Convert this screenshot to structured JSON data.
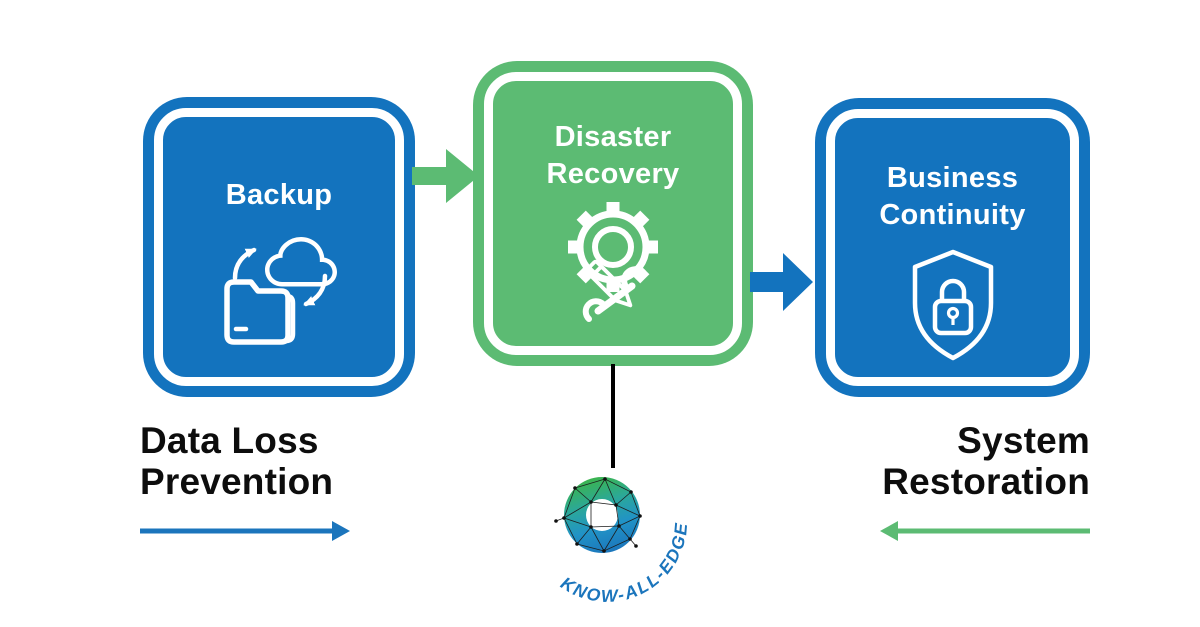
{
  "colors": {
    "box_blue": "#1373BE",
    "box_green": "#5CBB73",
    "caption_text": "#0d0d0d",
    "logo_text_blue": "#1B75BC",
    "icon_white": "#ffffff",
    "connector_black": "#000000"
  },
  "boxes": [
    {
      "label": "Backup",
      "icon": "folder-cloud-sync-icon",
      "color": "#1373BE"
    },
    {
      "label": "Disaster Recovery",
      "icon": "gear-pencil-wrench-icon",
      "color": "#5CBB73"
    },
    {
      "label": "Business Continuity",
      "icon": "shield-lock-icon",
      "color": "#1373BE"
    }
  ],
  "connectors": [
    {
      "from": "Backup",
      "to": "Disaster Recovery",
      "style": "block-arrow",
      "color": "#5CBB73",
      "direction": "right"
    },
    {
      "from": "Disaster Recovery",
      "to": "Business Continuity",
      "style": "block-arrow",
      "color": "#1373BE",
      "direction": "right"
    }
  ],
  "captions": {
    "left": {
      "line1": "Data Loss",
      "line2": "Prevention",
      "arrow_direction": "right",
      "arrow_color": "#1B75BC"
    },
    "right": {
      "line1": "System",
      "line2": "Restoration",
      "arrow_direction": "left",
      "arrow_color": "#5CBB73"
    }
  },
  "logo": {
    "text": "KNOW-ALL-EDGE"
  }
}
